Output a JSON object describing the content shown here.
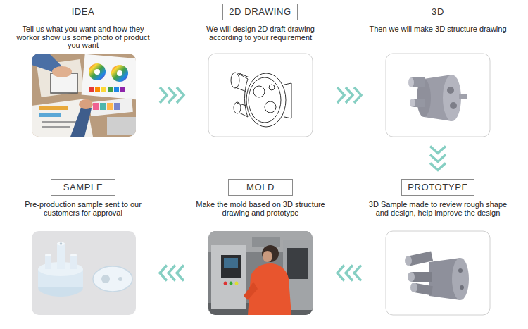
{
  "diagram": {
    "nodes": [
      {
        "text": [
          "IDEA",
          "Tell us what you want and how they workor show us some photo of product you want"
        ]
      },
      {
        "text": [
          "2D DRAWING",
          "We will design 2D draft drawing according to your requirement"
        ]
      },
      {
        "text": [
          "3D",
          "Then we will make 3D structure drawing"
        ]
      },
      {
        "text": [
          "SAMPLE",
          "Pre-production sample sent to our customers for approval"
        ]
      },
      {
        "text": [
          "MOLD",
          "Make the mold based on 3D structure drawing and prototype"
        ]
      },
      {
        "text": [
          "PROTOTYPE",
          "3D Sample made to review rough shape and design, help improve the design"
        ]
      }
    ],
    "edges": [
      {
        "from": 0,
        "to": 1,
        "arrow": "to"
      },
      {
        "from": 1,
        "to": 2,
        "arrow": "to"
      },
      {
        "from": 2,
        "to": 5,
        "arrow": "to"
      },
      {
        "from": 5,
        "to": 4,
        "arrow": "to"
      },
      {
        "from": 4,
        "to": 3,
        "arrow": "to"
      }
    ]
  }
}
